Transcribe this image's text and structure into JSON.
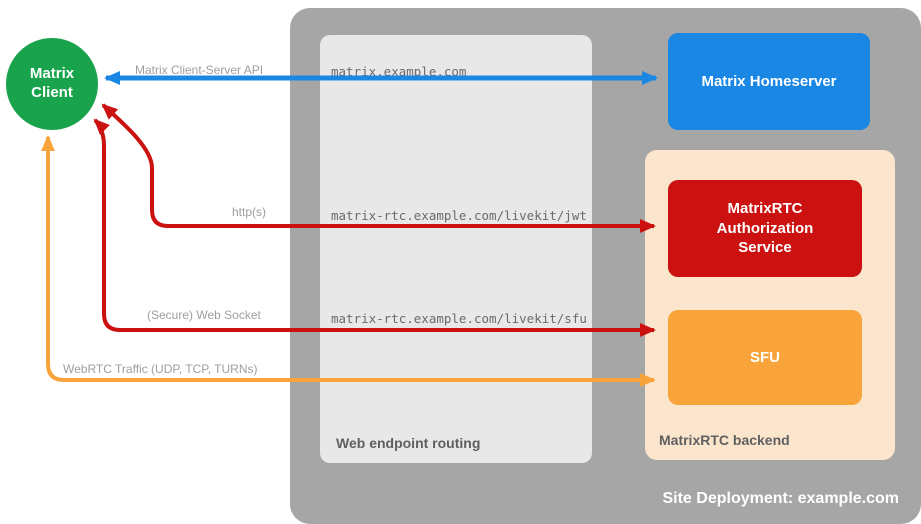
{
  "client": {
    "label": "Matrix Client"
  },
  "panels": {
    "site": {
      "title": "Site Deployment: example.com",
      "color": "#a6a6a6"
    },
    "routing": {
      "title": "Web endpoint routing",
      "color": "#e8e8e8"
    },
    "backend": {
      "title": "MatrixRTC backend",
      "color": "#fbe5cd"
    }
  },
  "routes": {
    "homeserver": "matrix.example.com",
    "jwt": "matrix-rtc.example.com/livekit/jwt",
    "sfu": "matrix-rtc.example.com/livekit/sfu"
  },
  "nodes": {
    "homeserver": {
      "label": "Matrix Homeserver",
      "color": "#1b87e5"
    },
    "auth": {
      "label": "MatrixRTC Authorization Service",
      "color": "#cc1111"
    },
    "sfu": {
      "label": "SFU",
      "color": "#f8a43b"
    }
  },
  "connections": {
    "client_server_api": {
      "label": "Matrix Client-Server API",
      "color": "#1b87e5"
    },
    "https": {
      "label": "http(s)",
      "color": "#cc1111"
    },
    "websocket": {
      "label": "(Secure) Web Socket",
      "color": "#cc1111"
    },
    "webrtc": {
      "label": "WebRTC Traffic (UDP, TCP, TURNs)",
      "color": "#f8a43b"
    }
  },
  "colors": {
    "client_green": "#18a34c",
    "label_gray": "#9e9e9e",
    "panel_label_gray": "#5f5f5f"
  }
}
